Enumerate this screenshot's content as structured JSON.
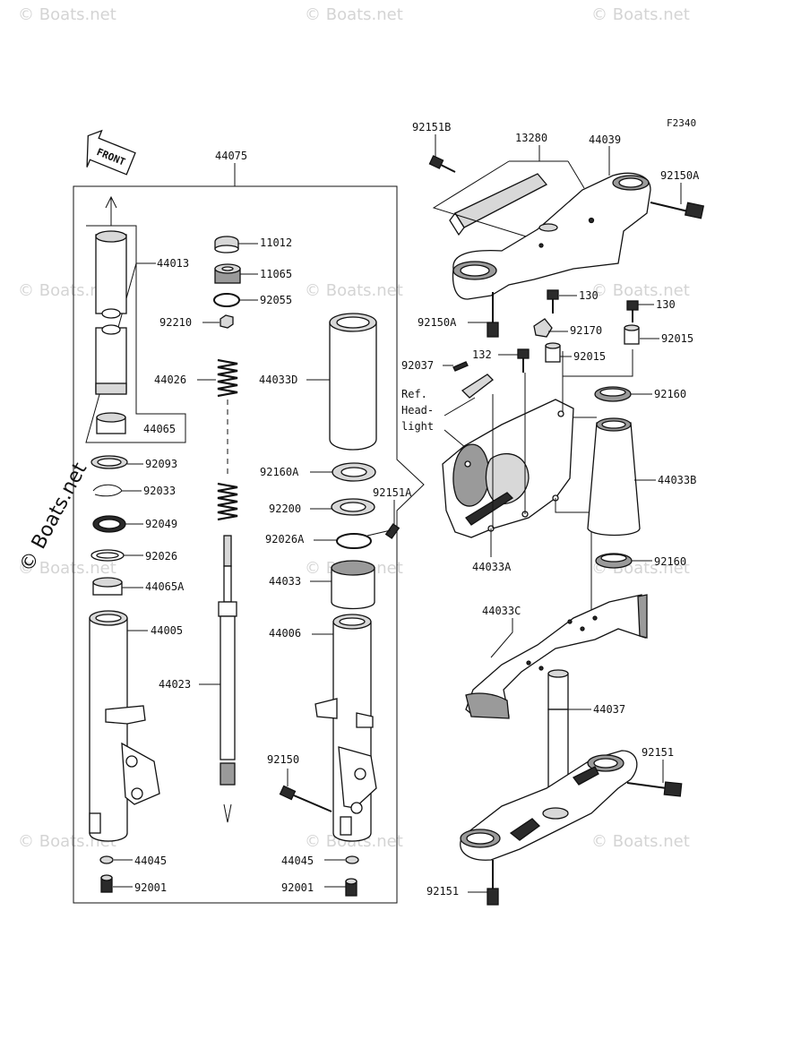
{
  "diagram": {
    "figure_code": "F2340",
    "front_label": "FRONT",
    "ref_note": [
      "Ref.",
      "Head-",
      "light"
    ],
    "side_watermark": "© Boats.net",
    "watermark_text": "© Boats.net",
    "callouts": {
      "p44075": "44075",
      "p44013": "44013",
      "p44065": "44065",
      "p11012": "11012",
      "p11065": "11065",
      "p92055": "92055",
      "p92210": "92210",
      "p44026": "44026",
      "p44033D": "44033D",
      "p92093": "92093",
      "p92033": "92033",
      "p92049": "92049",
      "p92026": "92026",
      "p44065A": "44065A",
      "p92160A": "92160A",
      "p92200": "92200",
      "p92151A": "92151A",
      "p92026A": "92026A",
      "p44033": "44033",
      "p44005": "44005",
      "p44006": "44006",
      "p44023": "44023",
      "p92150": "92150",
      "p44045_l": "44045",
      "p44045_r": "44045",
      "p92001_l": "92001",
      "p92001_r": "92001",
      "p92151B": "92151B",
      "p13280": "13280",
      "p44039": "44039",
      "p92150A_r": "92150A",
      "p92150A_l": "92150A",
      "p130_a": "130",
      "p130_b": "130",
      "p92170": "92170",
      "p92015_a": "92015",
      "p92015_b": "92015",
      "p92037": "92037",
      "p132": "132",
      "p92160_a": "92160",
      "p44033B": "44033B",
      "p44033A": "44033A",
      "p92160_b": "92160",
      "p44033C": "44033C",
      "p44037": "44037",
      "p92151_r": "92151",
      "p92151_b": "92151"
    }
  }
}
